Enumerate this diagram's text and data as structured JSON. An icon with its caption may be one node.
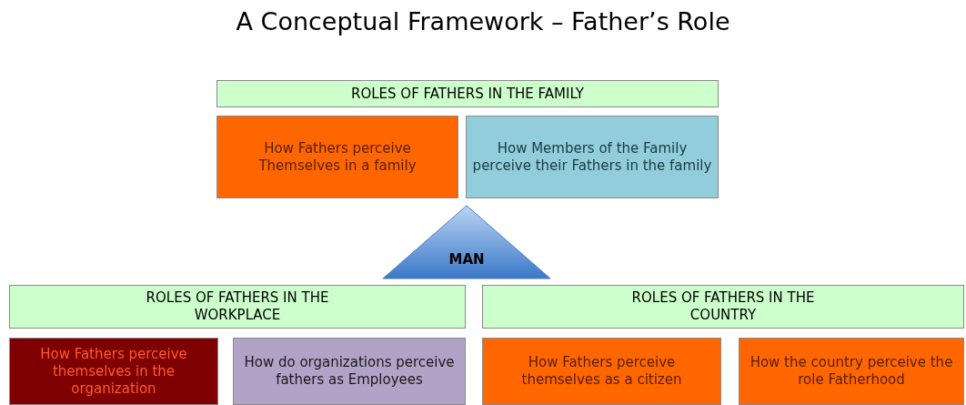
{
  "diagram": {
    "title": "A Conceptual  Framework – Father’s Role",
    "nodes": [
      {
        "text": [
          "ROLES OF FATHERS IN THE FAMILY"
        ]
      },
      {
        "text": [
          "How Fathers perceive Themselves in a family"
        ]
      },
      {
        "text": [
          "How Members of the Family perceive their Fathers in the family"
        ]
      },
      {
        "text": [
          "MAN"
        ]
      },
      {
        "text": [
          "ROLES OF FATHERS IN THE WORKPLACE"
        ]
      },
      {
        "text": [
          "ROLES OF FATHERS IN THE COUNTRY"
        ]
      },
      {
        "text": [
          "How Fathers perceive themselves in the organization"
        ]
      },
      {
        "text": [
          "How do organizations perceive fathers as Employees"
        ]
      },
      {
        "text": [
          "How Fathers perceive themselves as a citizen"
        ]
      },
      {
        "text": [
          "How the country perceive the role Fatherhood"
        ]
      }
    ]
  }
}
